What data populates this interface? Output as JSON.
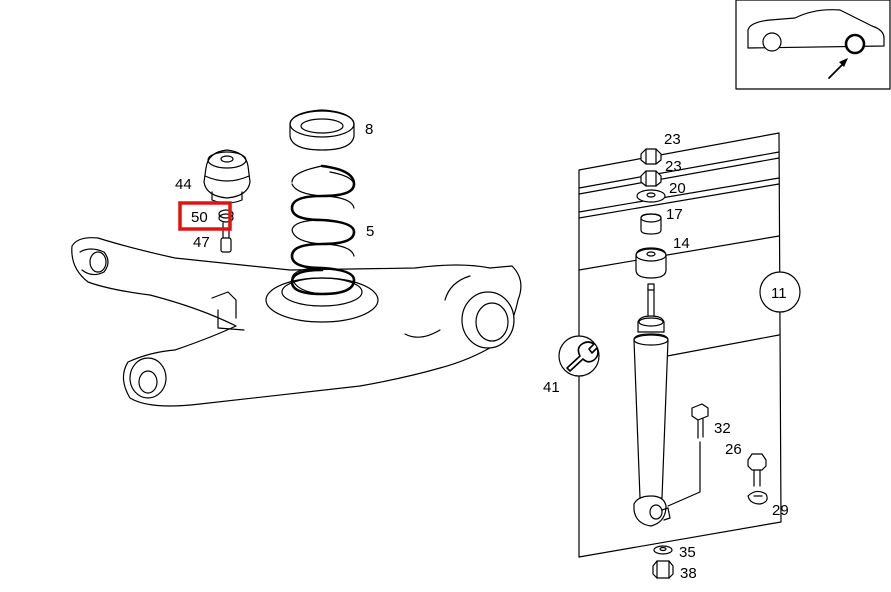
{
  "diagram": {
    "labels": {
      "p8": "8",
      "p44": "44",
      "p50": "50",
      "p47": "47",
      "p5": "5",
      "p23a": "23",
      "p23b": "23",
      "p20": "20",
      "p17": "17",
      "p14": "14",
      "p11": "11",
      "p41": "41",
      "p32": "32",
      "p26": "26",
      "p29": "29",
      "p35": "35",
      "p38": "38"
    },
    "highlighted_part": "50",
    "highlight_color": "#e31212",
    "icons": {
      "inset": "car-rear-wheel-locator-icon",
      "tool": "wrench-icon"
    }
  }
}
